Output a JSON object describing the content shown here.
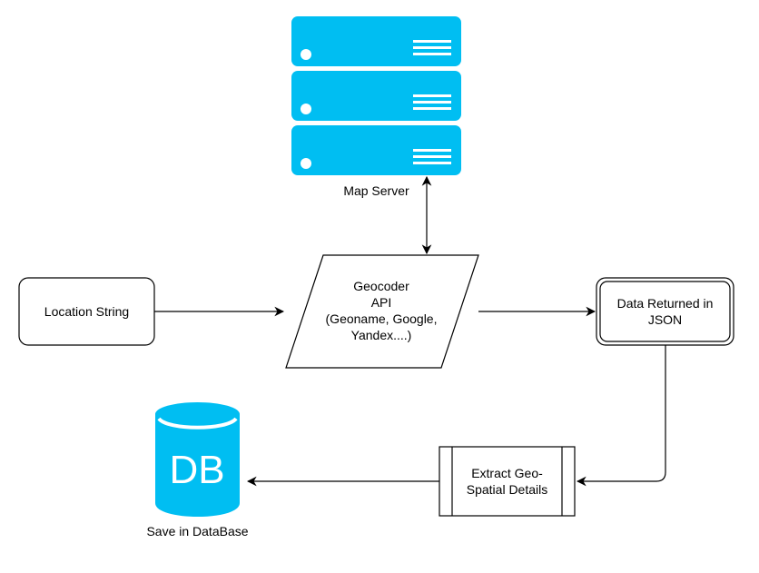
{
  "colors": {
    "server_fill": "#00bef2",
    "db_fill": "#00bef2",
    "stroke": "#000000",
    "background": "#ffffff"
  },
  "nodes": {
    "map_server": {
      "label": "Map Server",
      "icon": "server-icon"
    },
    "location_string": {
      "label": "Location String"
    },
    "geocoder": {
      "line1": "Geocoder",
      "line2": "API",
      "line3": "(Geoname, Google,",
      "line4": "Yandex....)"
    },
    "json": {
      "line1": "Data Returned in",
      "line2": "JSON"
    },
    "extract": {
      "line1": "Extract Geo-",
      "line2": "Spatial Details"
    },
    "database": {
      "label": "Save in DataBase",
      "icon_text": "DB",
      "icon": "database-icon"
    }
  }
}
